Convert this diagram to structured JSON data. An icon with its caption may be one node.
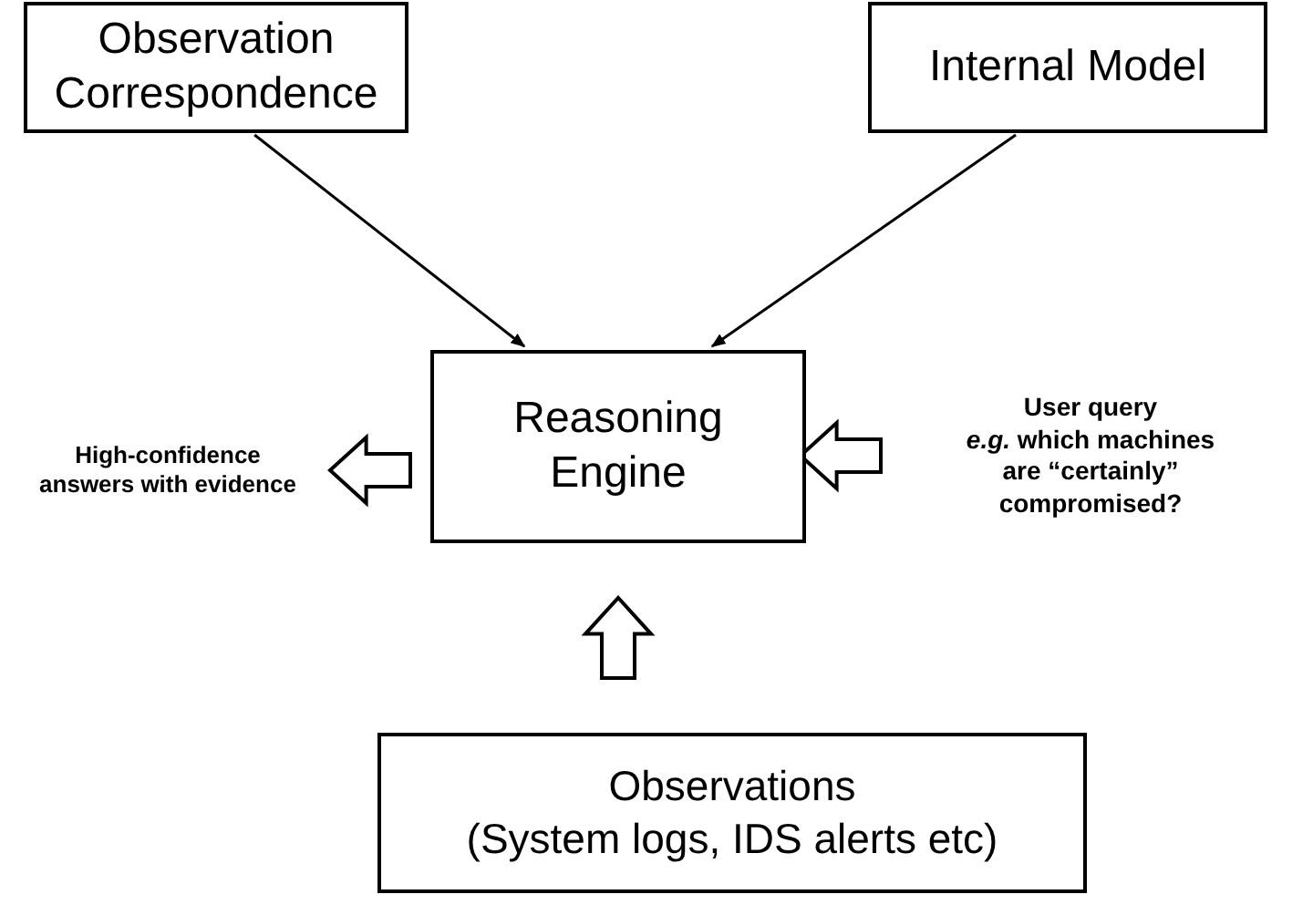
{
  "diagram": {
    "nodes": [
      {
        "text": [
          "Observation Correspondence"
        ]
      },
      {
        "text": [
          "Internal Model"
        ]
      },
      {
        "text": [
          "Reasoning Engine"
        ]
      },
      {
        "text": [
          "Observations",
          "(System logs, IDS alerts etc)"
        ]
      },
      {
        "text": [
          "High-confidence answers with evidence"
        ]
      },
      {
        "text": [
          "User query",
          "*e.g.* which machines are “certainly” compromised?"
        ]
      }
    ],
    "edges": [
      {
        "from": 0,
        "to": 2,
        "arrow": "to"
      },
      {
        "from": 1,
        "to": 2,
        "arrow": "to"
      },
      {
        "from": 2,
        "to": 4,
        "arrow": "to",
        "style": "thick"
      },
      {
        "from": 5,
        "to": 2,
        "arrow": "to",
        "style": "thick"
      },
      {
        "from": 3,
        "to": 2,
        "arrow": "to",
        "style": "thick"
      }
    ]
  }
}
